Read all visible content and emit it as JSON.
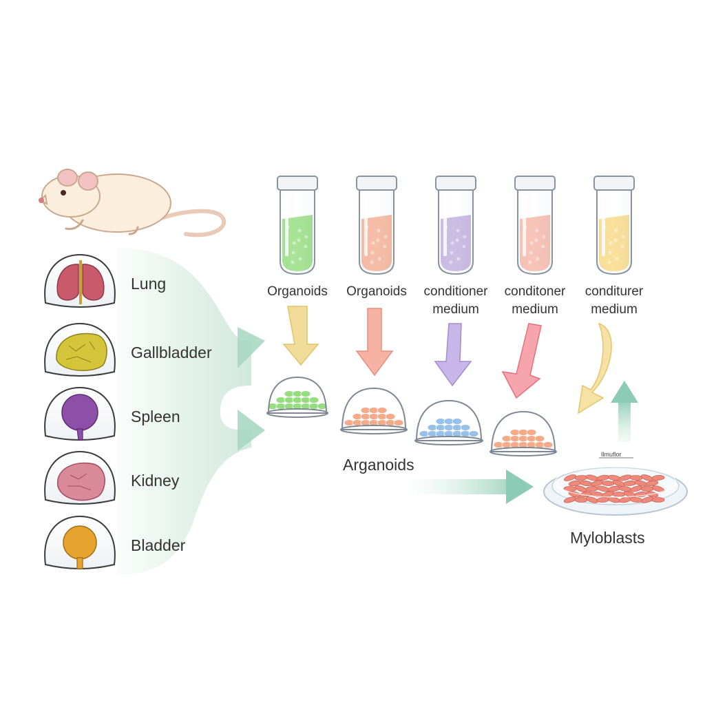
{
  "organs": [
    {
      "label": "Lung",
      "color": "#c95a6a",
      "icon": "lung-icon"
    },
    {
      "label": "Gallbladder",
      "color": "#d4c43a",
      "icon": "gallbladder-icon"
    },
    {
      "label": "Spleen",
      "color": "#8e4fa8",
      "icon": "spleen-icon"
    },
    {
      "label": "Kidney",
      "color": "#d98a9a",
      "icon": "kidney-icon"
    },
    {
      "label": "Bladder",
      "color": "#e6a42e",
      "icon": "bladder-icon"
    }
  ],
  "tubes": [
    {
      "line1": "Organoids",
      "line2": "",
      "color": "#6ccf4e"
    },
    {
      "line1": "Organoids",
      "line2": "",
      "color": "#f0906a"
    },
    {
      "line1": "conditioner",
      "line2": "medium",
      "color": "#a88fd0"
    },
    {
      "line1": "conditoner",
      "line2": "medium",
      "color": "#f29a86"
    },
    {
      "line1": "conditurer",
      "line2": "medium",
      "color": "#f5cc55"
    }
  ],
  "domes": [
    {
      "color": "#6ccf4e"
    },
    {
      "color": "#f08a5a"
    },
    {
      "color": "#6fa8e0"
    },
    {
      "color": "#f08a5a"
    }
  ],
  "arganoids_label": "Arganoids",
  "dish_tag": "Ilmuflor",
  "myoblasts_label": "Myloblasts",
  "colors": {
    "flow": "#b8dcc8",
    "arrow_teal": "#7fc4b0",
    "mouse_body": "#fbeedd",
    "mouse_ear": "#f2c1c1"
  }
}
